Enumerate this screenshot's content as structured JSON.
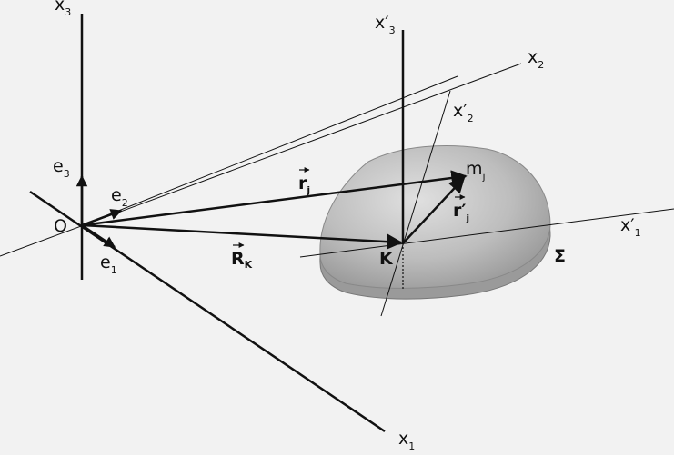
{
  "axes": {
    "x1": {
      "base": "x",
      "sub": "1"
    },
    "x2": {
      "base": "x",
      "sub": "2"
    },
    "x3": {
      "base": "x",
      "sub": "3"
    },
    "x1p": {
      "base": "x′",
      "sub": "1"
    },
    "x2p": {
      "base": "x′",
      "sub": "2"
    },
    "x3p": {
      "base": "x′",
      "sub": "3"
    }
  },
  "points": {
    "origin": "O",
    "K": "K",
    "m": {
      "base": "m",
      "sub": "j"
    }
  },
  "unit_vectors": {
    "e1": {
      "base": "e",
      "sub": "1"
    },
    "e2": {
      "base": "e",
      "sub": "2"
    },
    "e3": {
      "base": "e",
      "sub": "3"
    }
  },
  "vectors": {
    "r": {
      "base": "r",
      "sub": "j"
    },
    "rp": {
      "base": "r′",
      "sub": "j"
    },
    "R": {
      "base": "R",
      "sub": "K"
    }
  },
  "body_label": "Σ",
  "colors": {
    "background": "#f2f2f2",
    "line": "#111111",
    "body_light": "#d9d9d9",
    "body_dark": "#8e8e8e"
  }
}
